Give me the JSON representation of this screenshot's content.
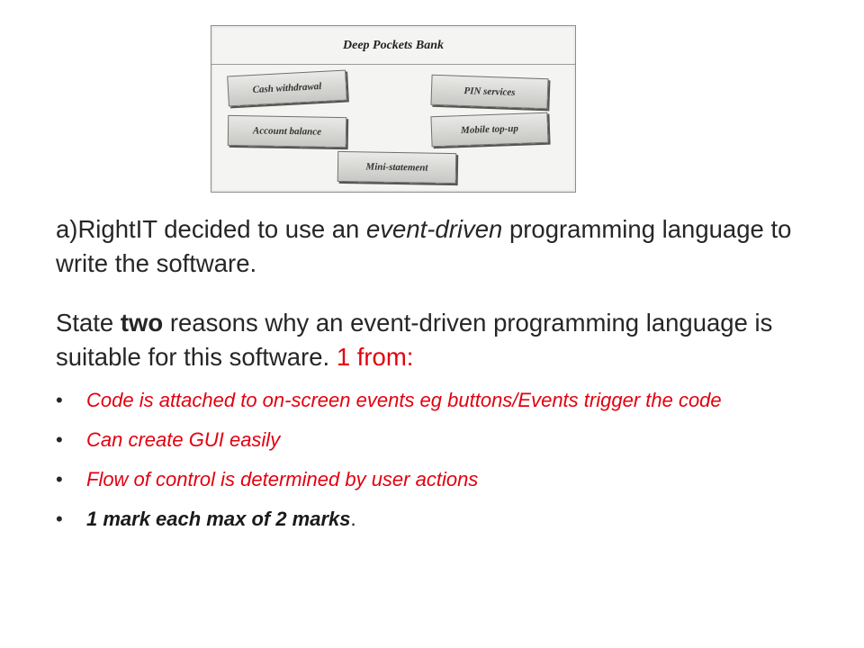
{
  "atm": {
    "title": "Deep Pockets Bank",
    "buttons": [
      "Cash withdrawal",
      "PIN services",
      "Account balance",
      "Mobile top-up",
      "Mini-statement"
    ]
  },
  "question": {
    "intro_prefix": "a)RightIT decided to use an ",
    "intro_emphasis": "event-driven",
    "intro_suffix": " programming language to write the software.",
    "state_prefix": "State ",
    "state_bold": "two",
    "state_suffix": " reasons why an event-driven programming language is suitable for this software.",
    "state_answer_note": "1 from:"
  },
  "answers": [
    "Code is attached to on-screen events eg buttons/Events trigger the code",
    "Can create GUI easily",
    "Flow of control is determined by user actions"
  ],
  "marking": {
    "text": "1 mark each max of 2 marks",
    "trailing": "."
  },
  "colors": {
    "answer_red": "#e3000f",
    "body_text": "#262626"
  }
}
